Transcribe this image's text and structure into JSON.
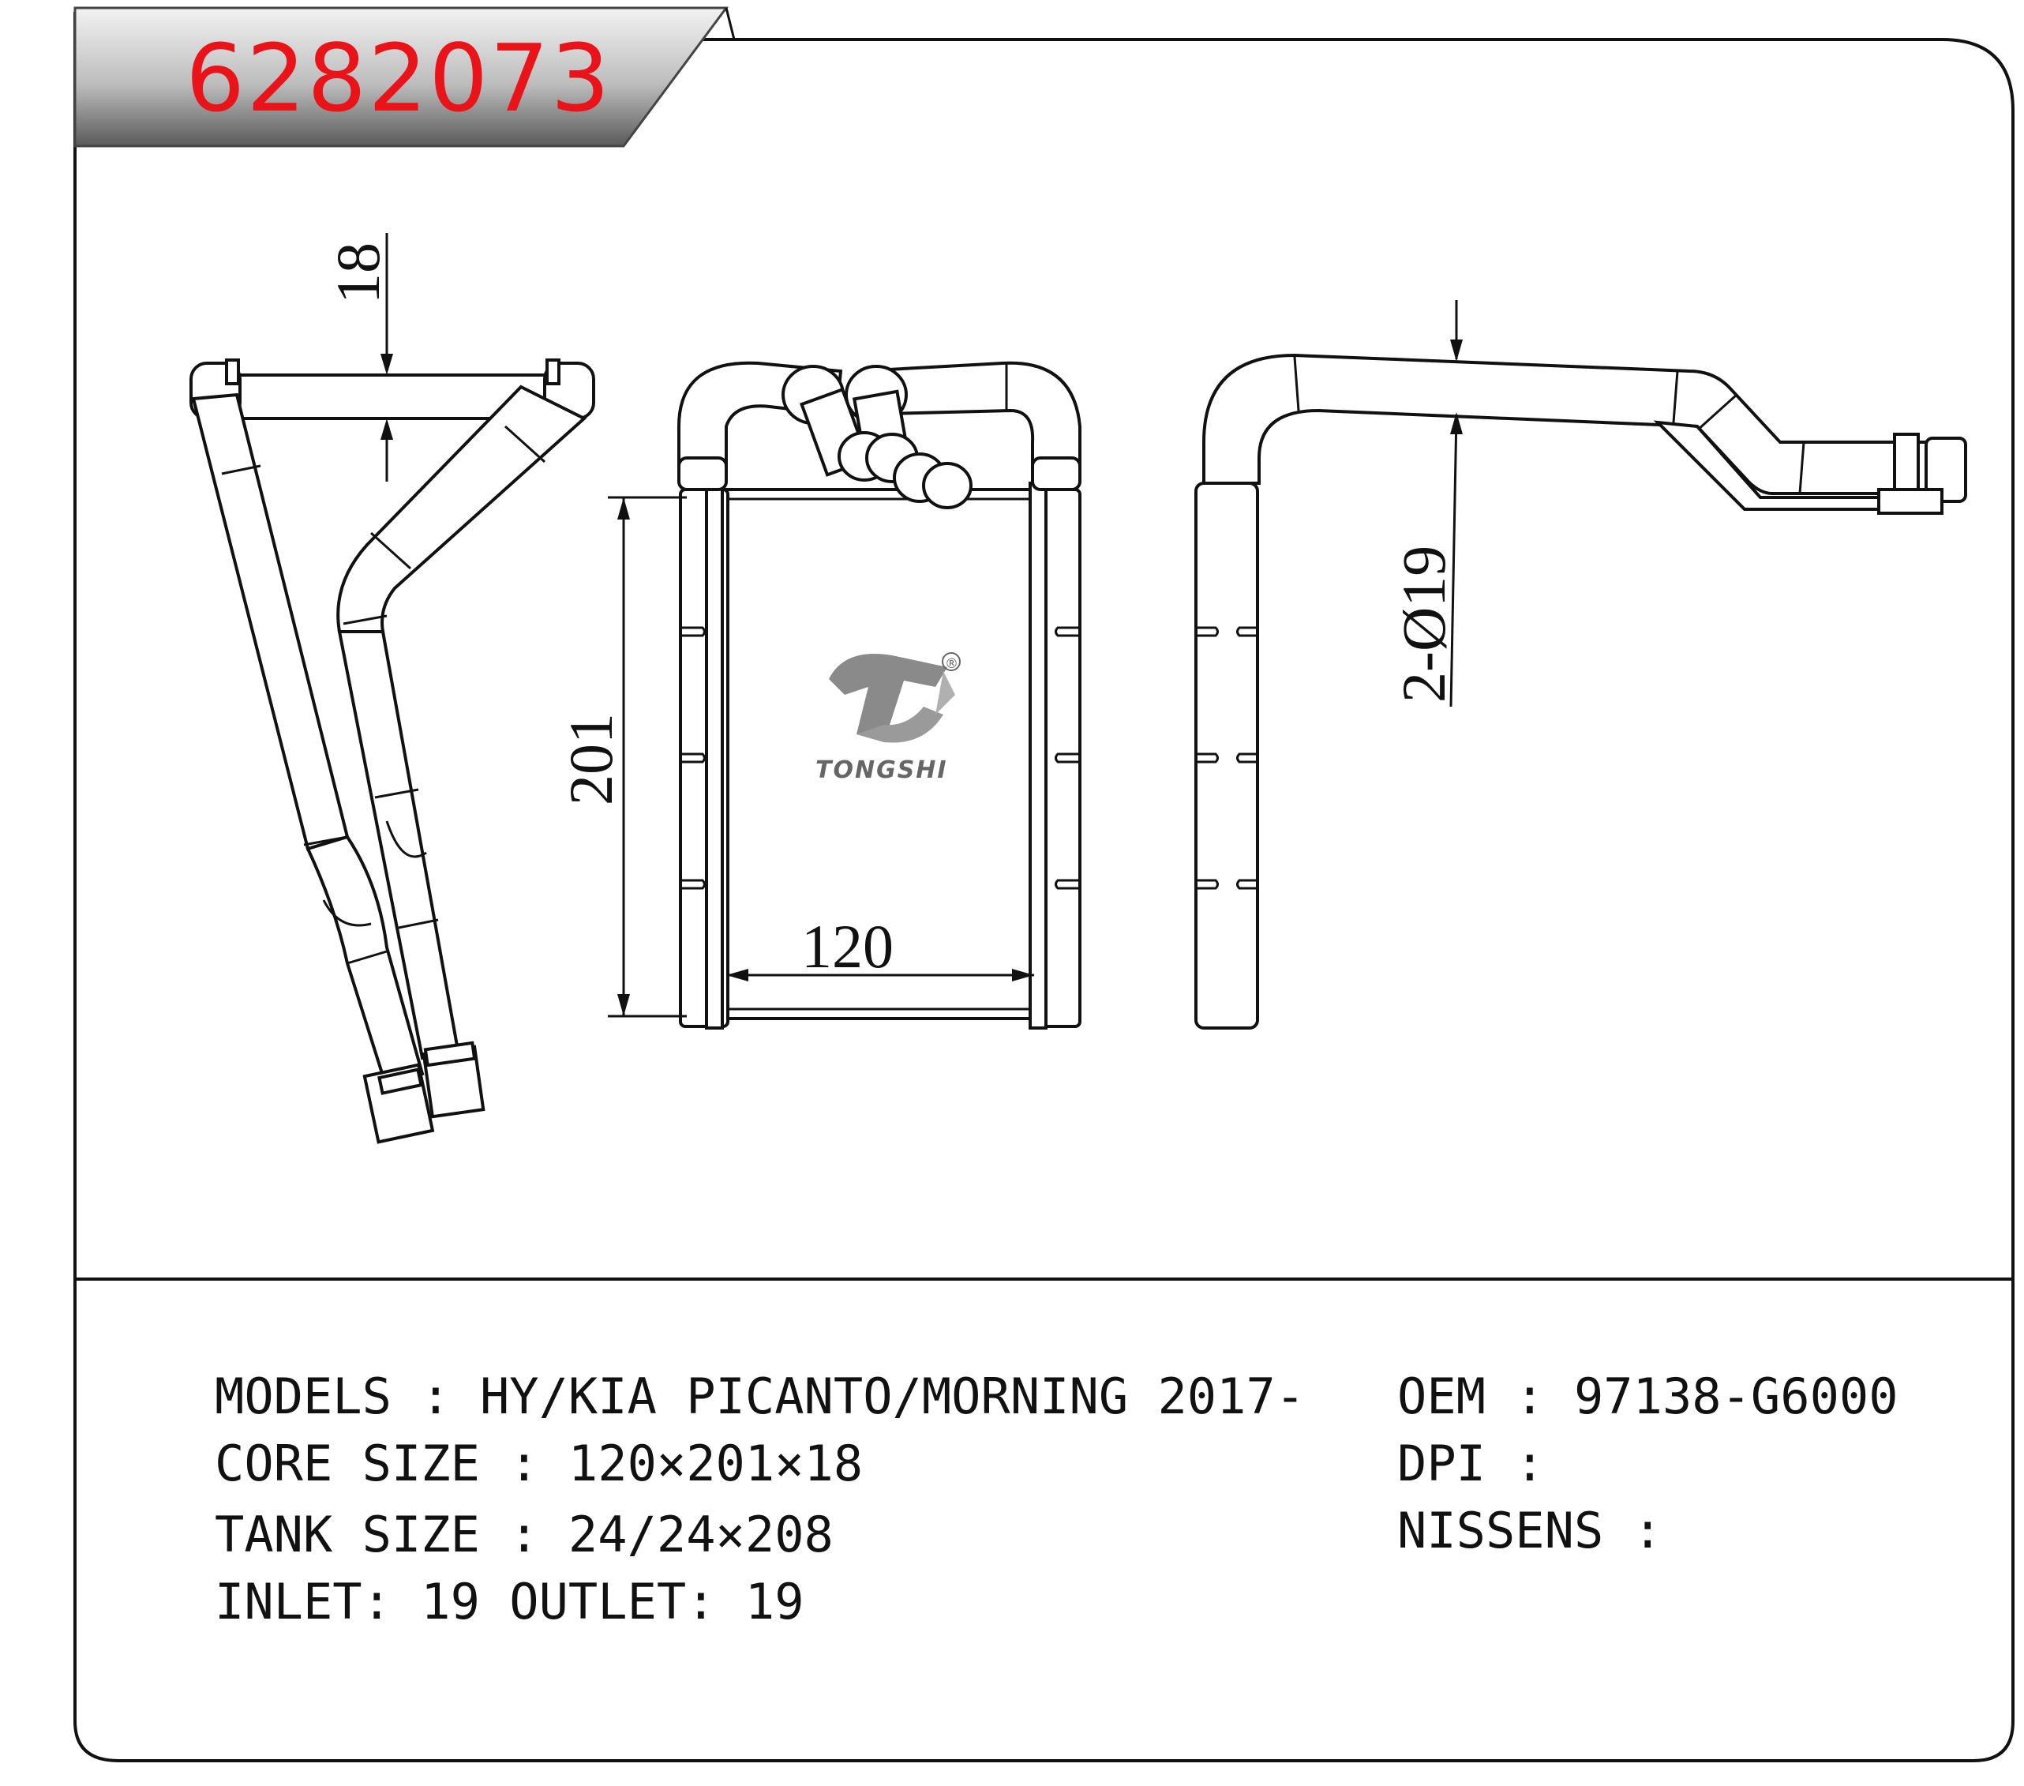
{
  "part_number": "6282073",
  "brand": {
    "name": "TONGSHI",
    "registered_mark": "®"
  },
  "dimensions": {
    "thickness": "18",
    "height": "201",
    "width": "120",
    "pipe": "2-Ø19"
  },
  "specs": {
    "models": "MODELS : HY/KIA PICANTO/MORNING 2017-",
    "core_size": "CORE SIZE : 120×201×18",
    "tank_size": "TANK SIZE : 24/24×208",
    "inlet_outlet": "INLET: 19  OUTLET: 19",
    "oem": "OEM : 97138-G6000",
    "dpi": "DPI :",
    "nissens": "NISSENS :"
  }
}
